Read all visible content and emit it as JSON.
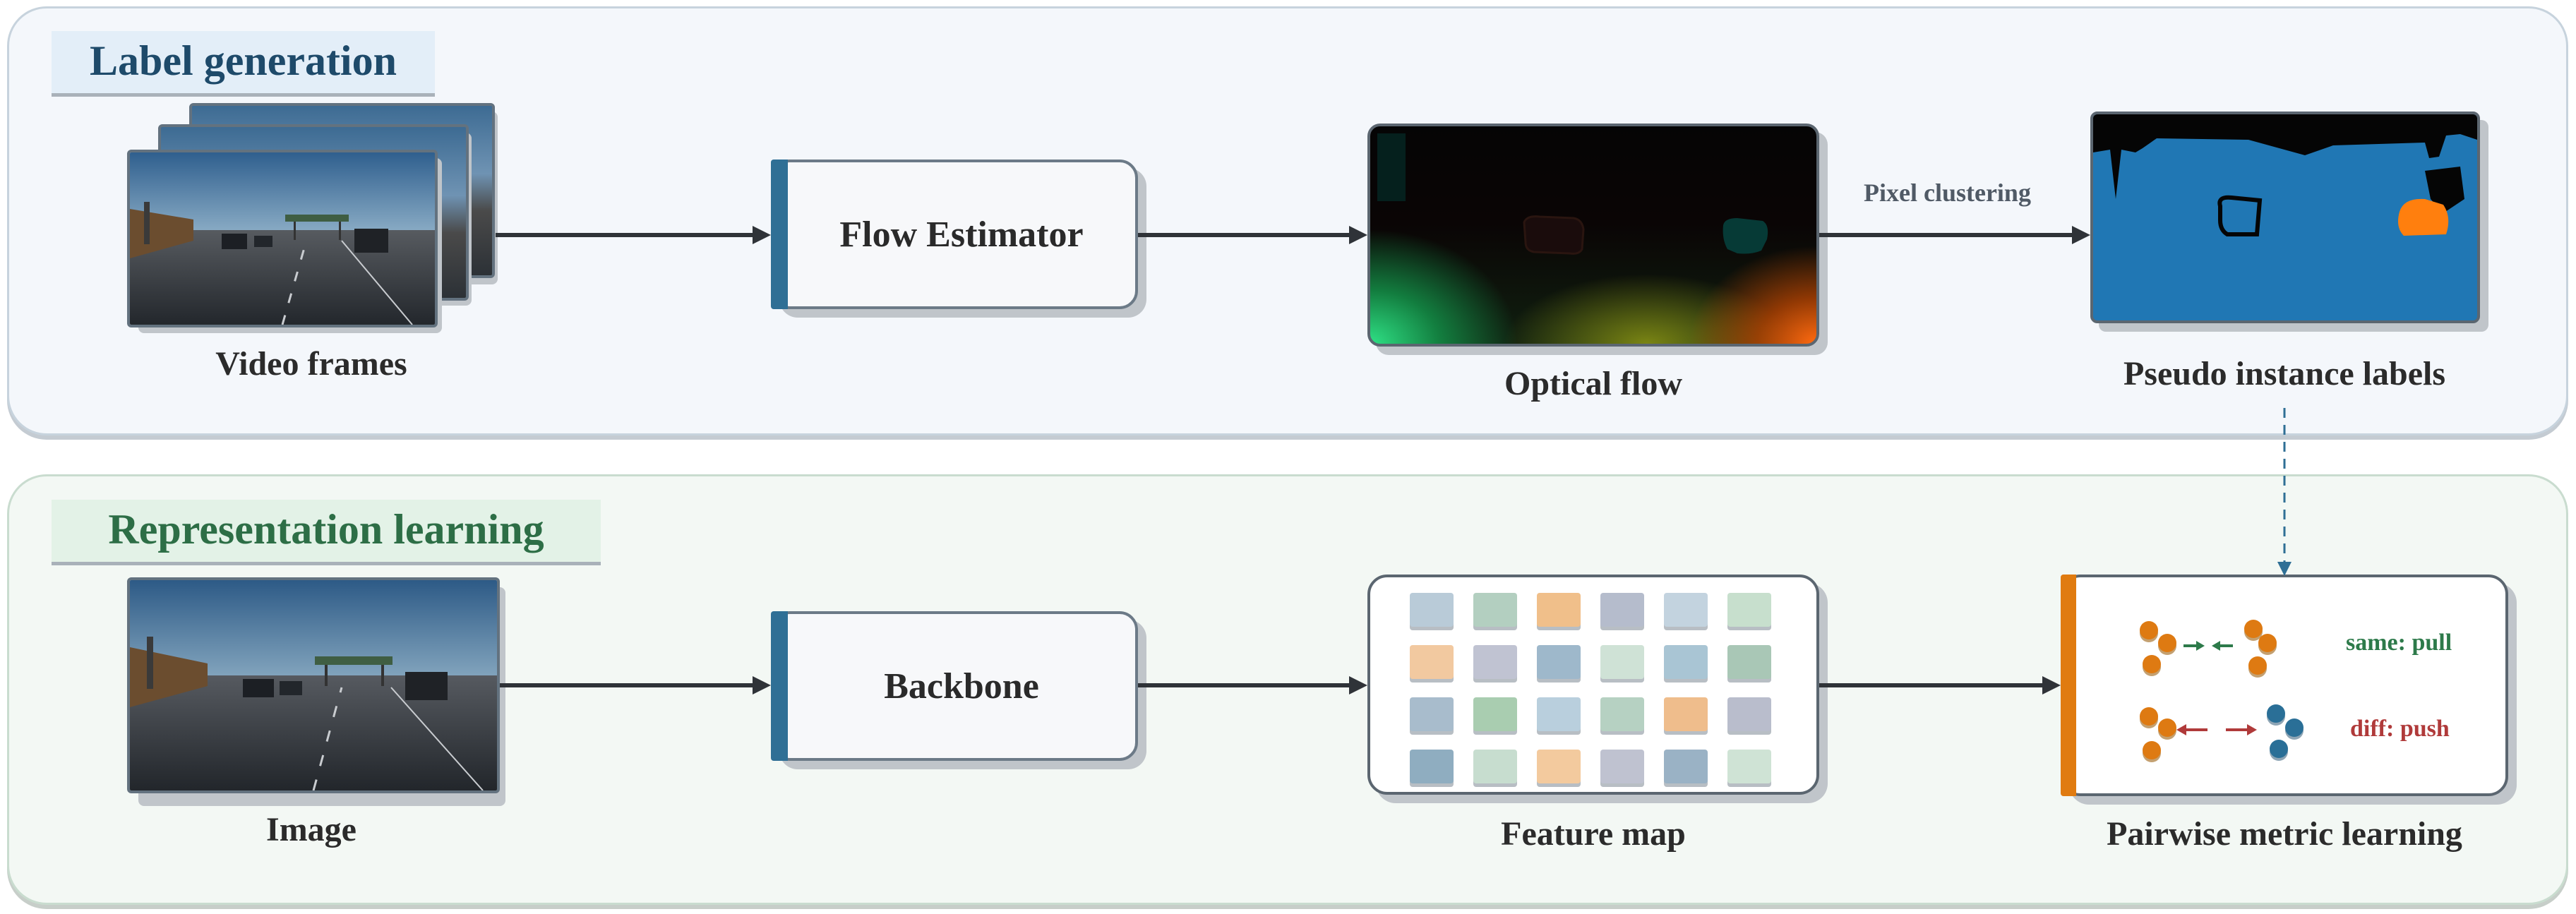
{
  "sections": {
    "label_generation": {
      "title": "Label generation"
    },
    "representation_learning": {
      "title": "Representation learning"
    }
  },
  "label_generation": {
    "video_frames_caption": "Video frames",
    "flow_estimator_label": "Flow Estimator",
    "optical_flow_caption": "Optical flow",
    "pixel_clustering_label": "Pixel clustering",
    "pseudo_labels_caption": "Pseudo instance labels"
  },
  "representation_learning": {
    "image_caption": "Image",
    "backbone_label": "Backbone",
    "feature_map_caption": "Feature map",
    "pml_caption": "Pairwise metric learning",
    "same_label": "same: pull",
    "diff_label": "diff: push"
  },
  "colors": {
    "module_accent": "#2f6f95",
    "metric_accent": "#e07b10",
    "pull_color": "#2d7a4a",
    "push_color": "#b03a3a",
    "instance_blue": "#2077b4",
    "instance_orange": "#ff7f0e"
  },
  "feature_map_cells": [
    "#b9cbd8",
    "#b3cfc0",
    "#f0bf8a",
    "#b5bccc",
    "#c3d3df",
    "#c7dfcd",
    "#f2c9a0",
    "#c0c3d2",
    "#9eb8cb",
    "#cfe2d6",
    "#a9c5d4",
    "#a9c7b6",
    "#a8bccc",
    "#a9cdb0",
    "#b9cfdd",
    "#b6d1c2",
    "#efbd8c",
    "#b9bdcc",
    "#8fadc0",
    "#c7ddcf",
    "#f3ca9e",
    "#bfc2d0",
    "#9ab2c5",
    "#cfe3d5"
  ]
}
